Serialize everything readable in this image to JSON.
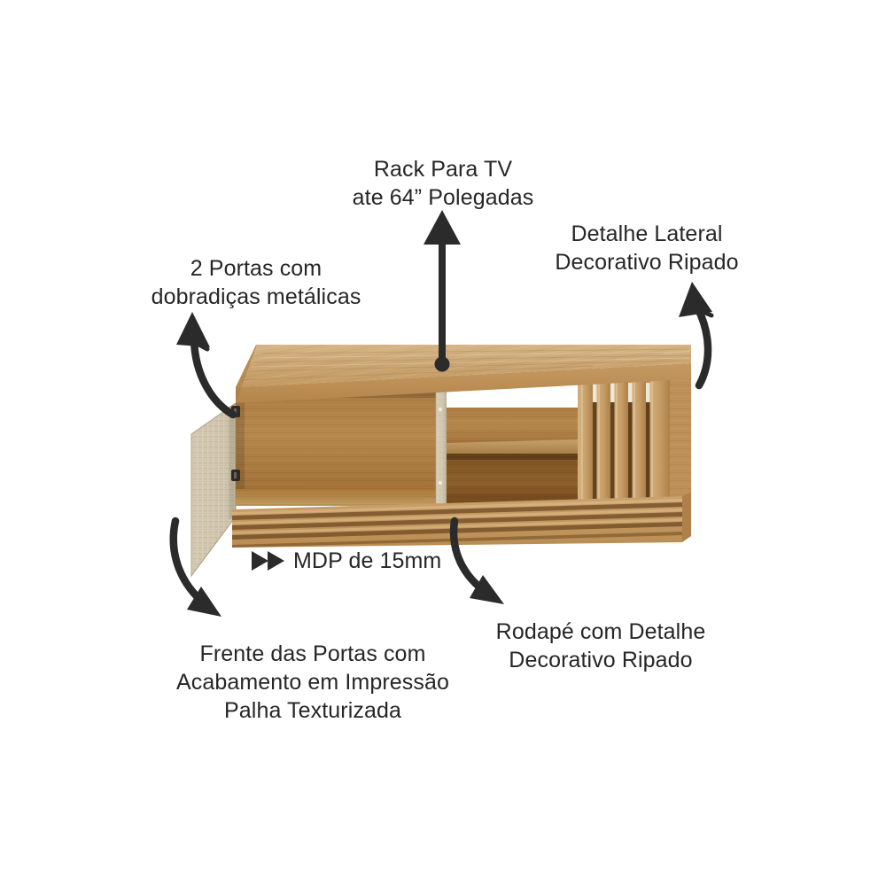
{
  "diagram": {
    "title": "Rack Para TV — diagrama de características",
    "background_color": "#ffffff",
    "text_color": "#262626",
    "arrow_color": "#2b2b2b"
  },
  "callouts": {
    "rack_tv": {
      "line1": "Rack Para TV",
      "line2": "ate 64” Polegadas",
      "arrow": "straight-up-arrow"
    },
    "portas": {
      "line1": "2 Portas com",
      "line2": "dobradiças metálicas",
      "arrow": "curved-arrow-up-left"
    },
    "lateral": {
      "line1": "Detalhe Lateral",
      "line2": "Decorativo Ripado",
      "arrow": "curved-arrow-up-right"
    },
    "mdp": {
      "text": "MDP de 15mm",
      "marker": "double-triangle-right-icon"
    },
    "frente_portas": {
      "line1": "Frente das Portas com",
      "line2": "Acabamento em Impressão",
      "line3": "Palha Texturizada",
      "arrow": "curved-arrow-down-right"
    },
    "rodape": {
      "line1": "Rodapé com Detalhe",
      "line2": "Decorativo Ripado",
      "arrow": "curved-arrow-down-right"
    }
  },
  "product": {
    "type": "tv-rack-cabinet",
    "materials": {
      "wood_top": "#c9a26a",
      "wood_top_light": "#d4b183",
      "wood_front": "#c08f52",
      "wood_interior": "#b07f45",
      "wood_interior_dark": "#8a5c2c",
      "wood_shadow": "#6f4a24",
      "straw_door": "#cfc3ab",
      "straw_door_light": "#ded4c0",
      "divider": "#d8cfbb",
      "slat_face": "#c9a26a",
      "slat_gap": "#5a3a18"
    },
    "parts": [
      {
        "name": "top-panel",
        "label": "Tampo superior"
      },
      {
        "name": "left-compartment",
        "label": "Compartimento esquerdo aberto"
      },
      {
        "name": "open-door",
        "label": "Porta aberta com impressão palha texturizada"
      },
      {
        "name": "door-hinges",
        "label": "Dobradiças metálicas",
        "count": 2
      },
      {
        "name": "center-divider",
        "label": "Divisória central"
      },
      {
        "name": "center-shelf",
        "label": "Prateleira central"
      },
      {
        "name": "slat-panel",
        "label": "Painel lateral ripado",
        "slat_count": 5
      },
      {
        "name": "base-plinth",
        "label": "Rodapé ripado",
        "groove_count": 4
      }
    ]
  }
}
